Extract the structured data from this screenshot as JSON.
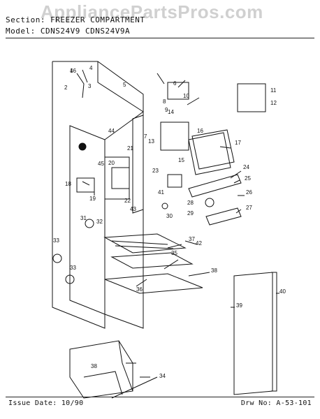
{
  "watermark": "AppliancePartsPros.com",
  "header": {
    "section_label": "Section:",
    "section_value": "FREEZER COMPARTMENT",
    "model_label": "Model:",
    "models": "CDNS24V9   CDNS24V9A"
  },
  "callouts": [
    "1",
    "2",
    "3",
    "4",
    "5",
    "6",
    "7",
    "8",
    "9",
    "10",
    "11",
    "12",
    "13",
    "14",
    "15",
    "16",
    "17",
    "18",
    "19",
    "20",
    "21",
    "22",
    "23",
    "24",
    "25",
    "26",
    "27",
    "28",
    "29",
    "30",
    "31",
    "32",
    "33",
    "33",
    "34",
    "35",
    "36",
    "37",
    "38",
    "38",
    "39",
    "40",
    "41",
    "42",
    "43",
    "44",
    "45",
    "46"
  ],
  "footer": {
    "issue_date": "Issue Date: 10/90",
    "drawing_no": "Drw No: A-53-101"
  }
}
